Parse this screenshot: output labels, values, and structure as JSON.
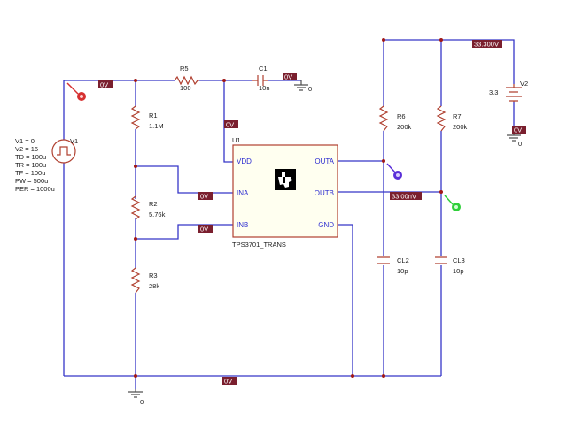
{
  "labels": {
    "r5_name": "R5",
    "r5_value": "100",
    "c1_name": "C1",
    "c1_value": "10n",
    "r1_name": "R1",
    "r1_value": "1.1M",
    "r2_name": "R2",
    "r2_value": "5.76k",
    "r3_name": "R3",
    "r3_value": "28k",
    "v1_name": "V1",
    "v1_params": [
      "V1 = 0",
      "V2 = 16",
      "TD = 100u",
      "TR = 100u",
      "TF = 100u",
      "PW = 500u",
      "PER = 1000u"
    ],
    "u1_name": "U1",
    "u1_part": "TPS3701_TRANS",
    "pins": {
      "vdd": "VDD",
      "ina": "INA",
      "inb": "INB",
      "outa": "OUTA",
      "outb": "OUTB",
      "gnd": "GND"
    },
    "r6_name": "R6",
    "r6_value": "200k",
    "r7_name": "R7",
    "r7_value": "200k",
    "cl2_name": "CL2",
    "cl2_value": "10p",
    "cl3_name": "CL3",
    "cl3_value": "10p",
    "v2_name": "V2",
    "v2_value": "3.3",
    "gnd_zero": "0"
  },
  "voltage_tags": {
    "v1_node": "0V",
    "c1_right": "0V",
    "vdd_node": "0V",
    "ina_node": "0V",
    "inb_node": "0V",
    "supply": "33.300V",
    "v2_neg": "0V",
    "outb_node": "33.00nV",
    "gnd_bus": "0V"
  },
  "colors": {
    "wire": "#3636c8",
    "component": "#b04030",
    "voltage_tag": "#7a1f2e",
    "probe_red": "#d63030",
    "probe_purple": "#5a2fd8",
    "probe_green": "#2fcf3a"
  },
  "icons": [
    "ti-logo-icon",
    "voltage-probe-icon",
    "ground-icon"
  ]
}
